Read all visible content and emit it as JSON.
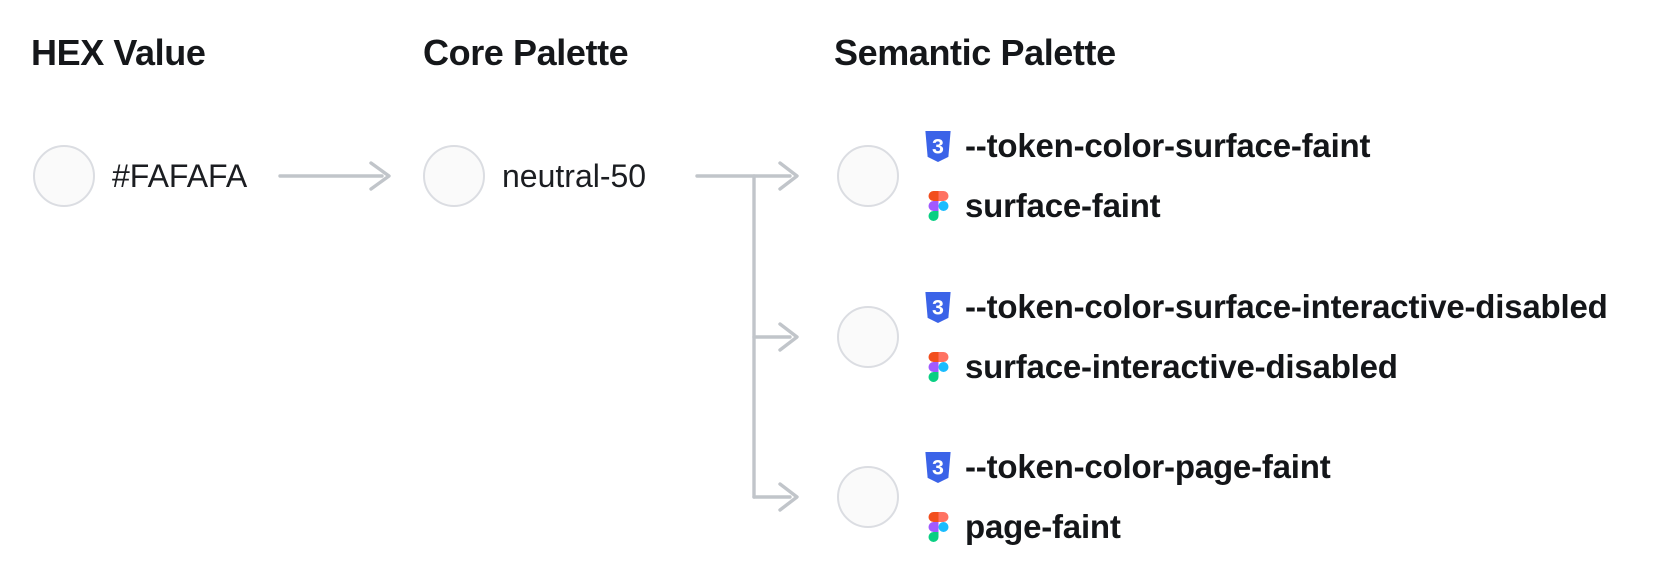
{
  "diagram": {
    "columns": {
      "hex": {
        "title": "HEX Value"
      },
      "core": {
        "title": "Core Palette"
      },
      "semantic": {
        "title": "Semantic Palette"
      }
    },
    "hex": {
      "label": "#FAFAFA",
      "swatch_color": "#FAFAFA"
    },
    "core": {
      "label": "neutral-50",
      "swatch_color": "#FAFAFA"
    },
    "semantic_tokens": [
      {
        "css_variable": "--token-color-surface-faint",
        "figma_style": "surface-faint",
        "swatch_color": "#FAFAFA"
      },
      {
        "css_variable": "--token-color-surface-interactive-disabled",
        "figma_style": "surface-interactive-disabled",
        "swatch_color": "#FAFAFA"
      },
      {
        "css_variable": "--token-color-page-faint",
        "figma_style": "page-faint",
        "swatch_color": "#FAFAFA"
      }
    ],
    "icons": {
      "css_icon": "css3-shield-icon",
      "figma_icon": "figma-logo-icon",
      "arrow_icon": "right-arrow-icon"
    },
    "colors": {
      "swatch_fill": "#FAFAFA",
      "swatch_border": "#DBDDE2",
      "arrow": "#C1C5CA",
      "heading_text": "#15171A",
      "label_text": "#1B1D21",
      "css_icon_blue": "#3B63E8",
      "figma_red": "#F24E1E",
      "figma_salmon": "#FF7262",
      "figma_purple": "#A259FF",
      "figma_blue": "#1ABCFE",
      "figma_green": "#0ACF83"
    }
  }
}
